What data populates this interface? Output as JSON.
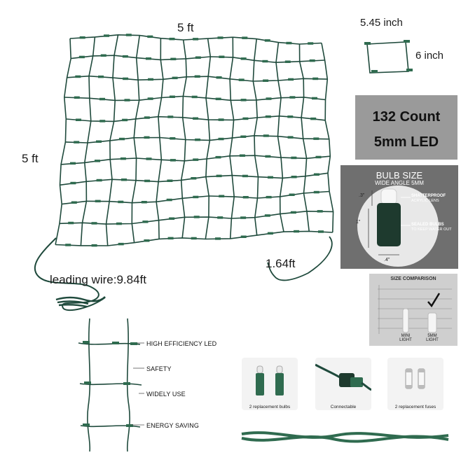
{
  "net": {
    "width_label": "5 ft",
    "height_label": "5 ft",
    "leading_wire_label": "leading wire:9.84ft",
    "tail_label": "1.64ft",
    "cell_width_label": "5.45 inch",
    "cell_height_label": "6 inch"
  },
  "count_box": {
    "line1": "132 Count",
    "line2": "5mm LED"
  },
  "bulb_size": {
    "title": "BULB SIZE",
    "subtitle": "WIDE ANGLE 5MM",
    "dim_top": ".3\"",
    "dim_side": "1\"",
    "dim_bottom": ".4\"",
    "feature1_line1": "SHATTERPROOF",
    "feature1_line2": "ACRYLIC LENS",
    "feature2_line1": "SEALED BULBS",
    "feature2_line2": "TO KEEP WATER OUT"
  },
  "size_comparison": {
    "title": "SIZE COMPARISON",
    "mini_label_line1": "MINI",
    "mini_label_line2": "LIGHT",
    "mm5_label_line1": "5MM",
    "mm5_label_line2": "LIGHT"
  },
  "features": [
    {
      "label": "HIGH EFFICIENCY LED"
    },
    {
      "label": "SAFETY"
    },
    {
      "label": "WIDELY USE"
    },
    {
      "label": "ENERGY SAVING"
    }
  ],
  "parts": [
    {
      "caption": "2 replacement bulbs"
    },
    {
      "caption": "Connectable"
    },
    {
      "caption": "2 replacement fuses"
    }
  ],
  "colors": {
    "wire": "#1f4a3c",
    "panel_gray": "#9a9a9a",
    "panel_dark": "#6f6f6f"
  }
}
